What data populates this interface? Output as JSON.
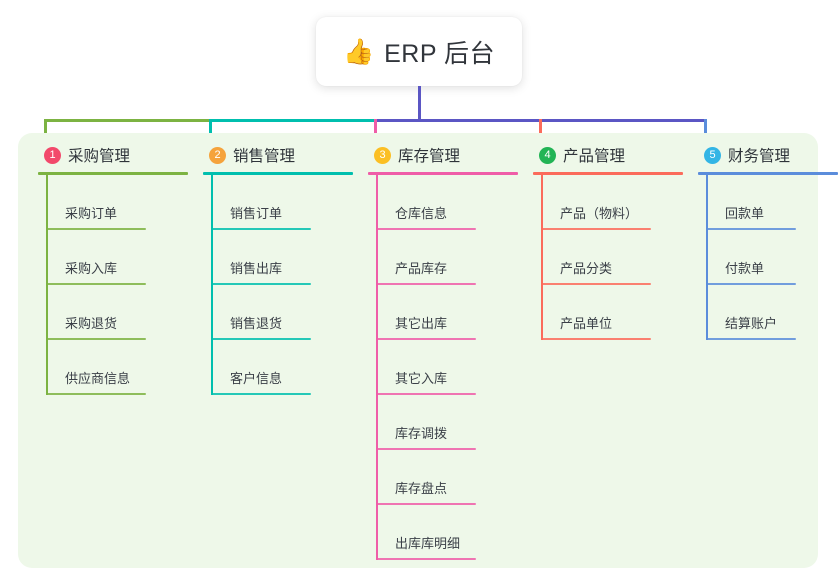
{
  "diagram": {
    "type": "mind-map",
    "root": {
      "emoji": "👍",
      "emoji_name": "thumbs-up-icon",
      "label": "ERP 后台"
    },
    "panel_color": "#eef8e9",
    "columns": [
      {
        "index": "1",
        "title": "采购管理",
        "badge_color": "#f2496b",
        "line_color": "#7cb342",
        "items": [
          {
            "label": "采购订单"
          },
          {
            "label": "采购入库"
          },
          {
            "label": "采购退货"
          },
          {
            "label": "供应商信息"
          }
        ]
      },
      {
        "index": "2",
        "title": "销售管理",
        "badge_color": "#f5a33c",
        "line_color": "#00bfae",
        "items": [
          {
            "label": "销售订单"
          },
          {
            "label": "销售出库"
          },
          {
            "label": "销售退货"
          },
          {
            "label": "客户信息"
          }
        ]
      },
      {
        "index": "3",
        "title": "库存管理",
        "badge_color": "#fbbf24",
        "line_color": "#ef5da8",
        "items": [
          {
            "label": "仓库信息"
          },
          {
            "label": "产品库存"
          },
          {
            "label": "其它出库"
          },
          {
            "label": "其它入库"
          },
          {
            "label": "库存调拨"
          },
          {
            "label": "库存盘点"
          },
          {
            "label": "出库库明细"
          }
        ]
      },
      {
        "index": "4",
        "title": "产品管理",
        "badge_color": "#22b455",
        "line_color": "#fb6b5b",
        "items": [
          {
            "label": "产品（物料）"
          },
          {
            "label": "产品分类"
          },
          {
            "label": "产品单位"
          }
        ]
      },
      {
        "index": "5",
        "title": "财务管理",
        "badge_color": "#33b5e5",
        "line_color": "#5b8ddb",
        "items": [
          {
            "label": "回款单"
          },
          {
            "label": "付款单"
          },
          {
            "label": "结算账户"
          }
        ]
      }
    ],
    "connector": {
      "trunk_color": "#5b56c4",
      "bar_segments": [
        {
          "color": "#7cb342"
        },
        {
          "color": "#00bfae"
        },
        {
          "color": "#5b56c4"
        }
      ]
    }
  }
}
